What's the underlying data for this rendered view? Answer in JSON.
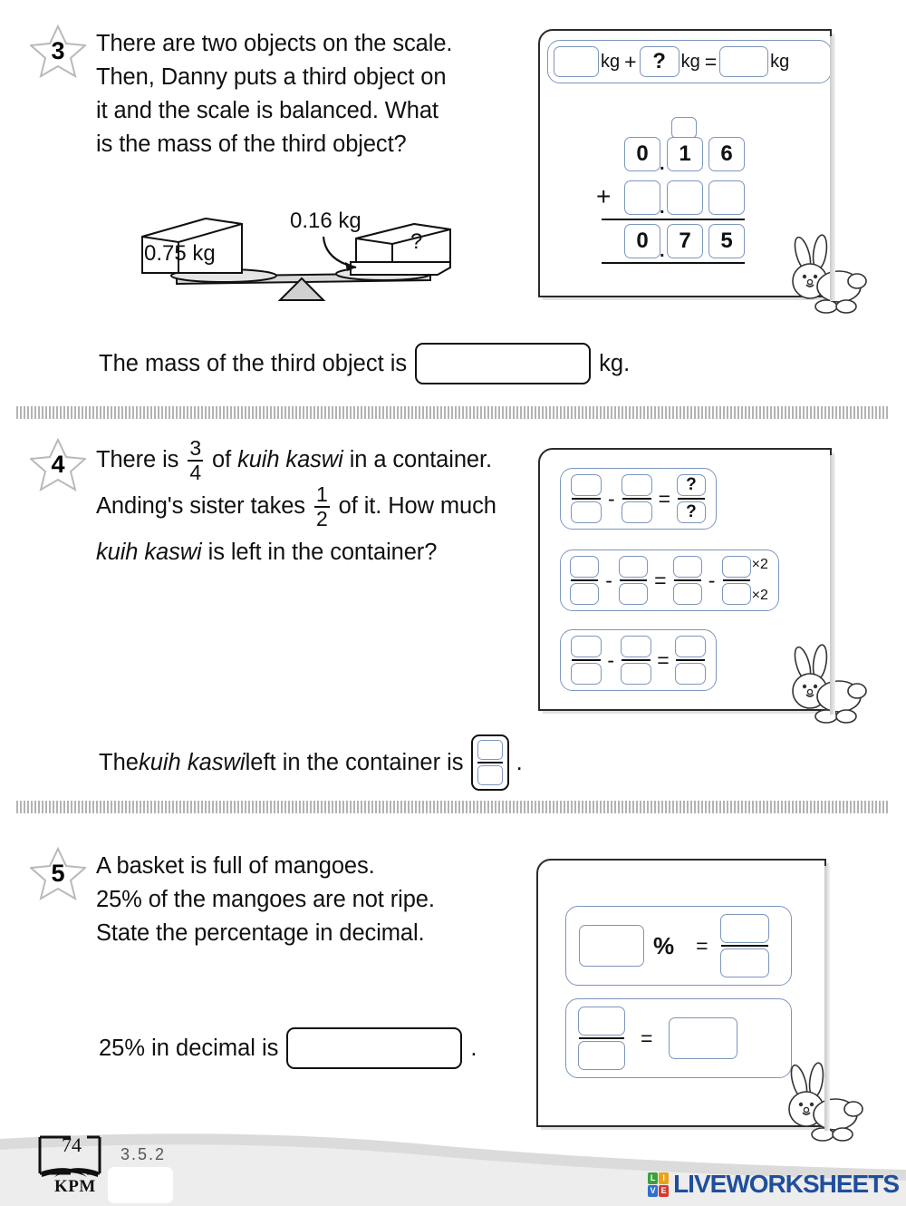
{
  "page": {
    "footer": {
      "page_number": "74",
      "publisher": "KPM",
      "section_code": "3.5.2",
      "brand_letters": [
        "L",
        "I",
        "V",
        "E"
      ],
      "brand_colors": [
        "#3aa13a",
        "#e8a317",
        "#2f6fd0",
        "#d63a2f"
      ],
      "brand_text": "LIVEWORKSHEETS"
    }
  },
  "questions": [
    {
      "number": "3",
      "prompt_lines": [
        "There are two objects on the scale.",
        "Then, Danny puts a third object on",
        "it and the scale is balanced. What",
        "is the mass of the third object?"
      ],
      "scale": {
        "left_box_label": "0.75 kg",
        "callout_label": "0.16 kg",
        "right_box_label": "?"
      },
      "answer_sentence": {
        "prefix": "The mass of the third object is",
        "suffix": "kg."
      },
      "panel": {
        "equation_row": {
          "box1": "",
          "unit1": "kg",
          "op1": "+",
          "box2": "?",
          "unit2": "kg",
          "op2": "=",
          "box3": "",
          "unit3": "kg"
        },
        "column_addition": {
          "carry": "",
          "row1": [
            "0",
            "1",
            "6"
          ],
          "operator": "+",
          "row2": [
            "",
            "",
            ""
          ],
          "result": [
            "0",
            "7",
            "5"
          ],
          "decimal_point": "."
        }
      }
    },
    {
      "number": "4",
      "prompt_segments": [
        {
          "type": "text",
          "value": "There is "
        },
        {
          "type": "fraction",
          "n": "3",
          "d": "4"
        },
        {
          "type": "text",
          "value": " of "
        },
        {
          "type": "italic",
          "value": "kuih kaswi"
        },
        {
          "type": "text",
          "value": " in a container. Anding's sister takes "
        },
        {
          "type": "fraction",
          "n": "1",
          "d": "2"
        },
        {
          "type": "text",
          "value": " of it. How much "
        },
        {
          "type": "italic",
          "value": "kuih kaswi"
        },
        {
          "type": "text",
          "value": " is left in the container?"
        }
      ],
      "prompt_lines": [
        "There is 3/4 of kuih kaswi in a",
        "container. Anding's sister takes 1/2",
        "of it. How much kuih kaswi is left",
        "in the container?"
      ],
      "fractions": {
        "f1_n": "3",
        "f1_d": "4",
        "f2_n": "1",
        "f2_d": "2"
      },
      "answer_sentence": {
        "prefix_a": "The ",
        "prefix_italic": "kuih kaswi",
        "prefix_b": " left in the container is",
        "suffix": "."
      },
      "panel": {
        "row1": {
          "op1": "-",
          "op2": "=",
          "result_n": "?",
          "result_d": "?"
        },
        "row2": {
          "op1": "-",
          "op2": "=",
          "op3": "-",
          "multiplier_top": "×2",
          "multiplier_bottom": "×2"
        },
        "row3": {
          "op1": "-",
          "op2": "="
        }
      }
    },
    {
      "number": "5",
      "prompt_lines": [
        "A basket is full of mangoes.",
        "25% of the mangoes are not ripe.",
        "State the percentage in decimal."
      ],
      "answer_sentence": {
        "prefix": "25% in decimal is",
        "suffix": "."
      },
      "panel": {
        "row1": {
          "percent_sign": "%",
          "equals": "="
        },
        "row2": {
          "equals": "="
        }
      }
    }
  ]
}
